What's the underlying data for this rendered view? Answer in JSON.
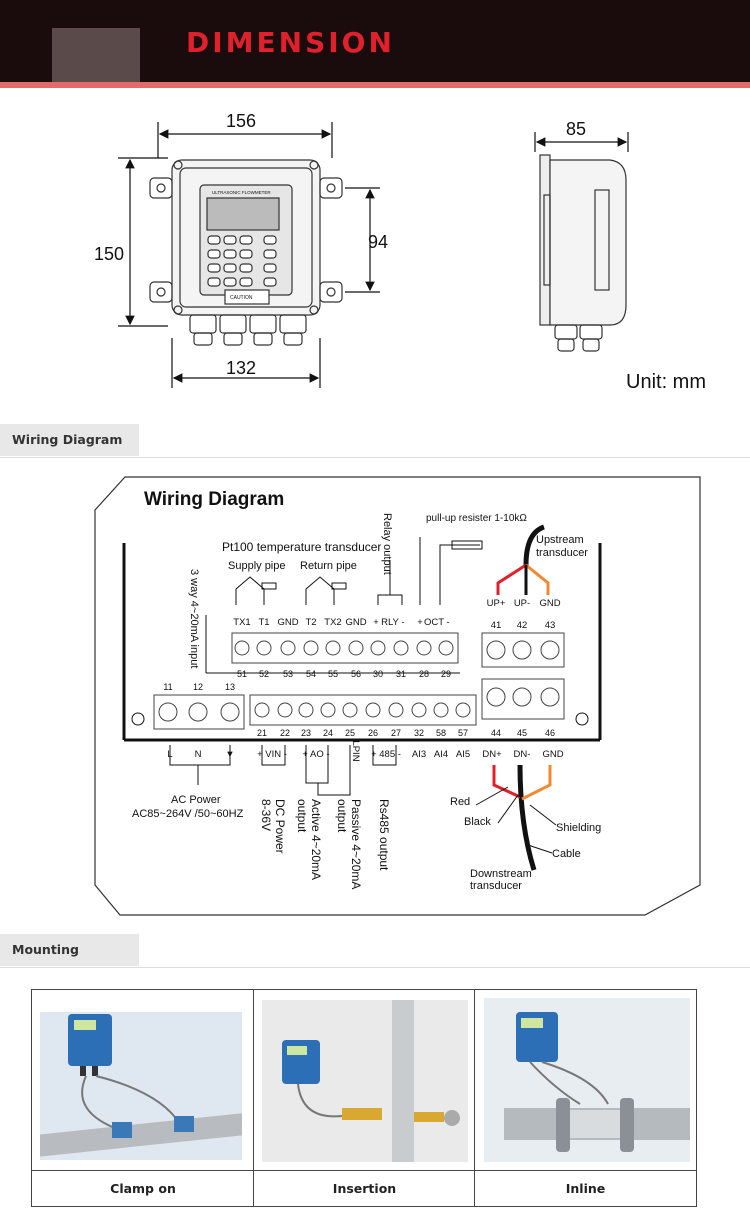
{
  "header": {
    "title": "DIMENSION"
  },
  "dimension": {
    "front_width": "156",
    "front_height": "150",
    "mount_height": "94",
    "base_width": "132",
    "depth": "85",
    "unit": "Unit: mm",
    "panel_title": "ULTRASONIC FLOWMETER",
    "caution": "CAUTION"
  },
  "sections": {
    "wiring": "Wiring Diagram",
    "mounting": "Mounting"
  },
  "wiring": {
    "title": "Wiring Diagram",
    "pt100": "Pt100 temperature transducer",
    "supply_pipe": "Supply pipe",
    "return_pipe": "Return pipe",
    "relay_output": "Relay output",
    "pullup": "pull-up resister 1-10kΩ",
    "upstream": "Upstream transducer",
    "upstream_l1": "Upstream",
    "upstream_l2": "transducer",
    "input_4_20": "3 way 4~20mA input",
    "top_labels": [
      "TX1",
      "T1",
      "GND",
      "T2",
      "TX2",
      "GND",
      "+",
      "RLY",
      "-",
      "+",
      "OCT",
      "-"
    ],
    "top_numbers": [
      "51",
      "52",
      "53",
      "54",
      "55",
      "56",
      "30",
      "31",
      "28",
      "29"
    ],
    "up_labels": [
      "UP+",
      "UP-",
      "GND"
    ],
    "up_numbers": [
      "41",
      "42",
      "43"
    ],
    "ac_numbers": [
      "11",
      "12",
      "13"
    ],
    "bottom_numbers": [
      "21",
      "22",
      "23",
      "24",
      "25",
      "26",
      "27",
      "32",
      "58",
      "57"
    ],
    "dn_numbers": [
      "44",
      "45",
      "46"
    ],
    "bottom_labels": [
      "L",
      "N",
      "▼",
      "+ VIN -",
      "+ AO -",
      "LPIN",
      "+ 485 -",
      "AI3",
      "AI4",
      "AI5",
      "DN+",
      "DN-",
      "GND"
    ],
    "ac_power": "AC Power",
    "ac_spec": "AC85~264V /50~60HZ",
    "dc_power": "DC Power",
    "dc_spec": "8-36V",
    "active": "Active 4~20mA",
    "active2": "output",
    "passive": "Passive 4~20mA",
    "passive2": "output",
    "rs485": "Rs485 output",
    "red": "Red",
    "black": "Black",
    "shielding": "Shielding",
    "cable": "Cable",
    "downstream_l1": "Downstream",
    "downstream_l2": "transducer"
  },
  "mounting": {
    "labels": [
      "Clamp on",
      "Insertion",
      "Inline"
    ]
  }
}
